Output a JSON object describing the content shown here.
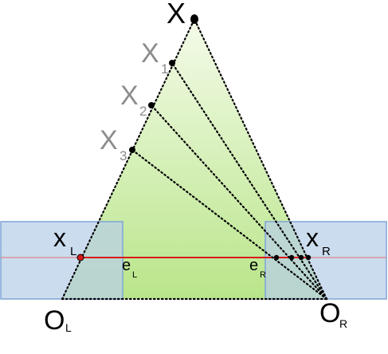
{
  "labels": {
    "X": "X",
    "X1": "X",
    "X1_sub": "1",
    "X2": "X",
    "X2_sub": "2",
    "X3": "X",
    "X3_sub": "3",
    "xL": "x",
    "xL_sub": "L",
    "xR": "x",
    "xR_sub": "R",
    "eL": "e",
    "eL_sub": "L",
    "eR": "e",
    "eR_sub": "R",
    "OL": "O",
    "OL_sub": "L",
    "OR": "O",
    "OR_sub": "R"
  },
  "colors": {
    "triangle_top": "#f4fbe9",
    "triangle_bottom": "#b9e58a",
    "image_plane_fill": "#b8cfe9",
    "image_plane_stroke": "#7ea6d6",
    "epipolar_line": "#d61a1a",
    "projection_lines": "#000000",
    "x_left_point": "#d61a1a",
    "label_gray": "#8c8c8c"
  }
}
